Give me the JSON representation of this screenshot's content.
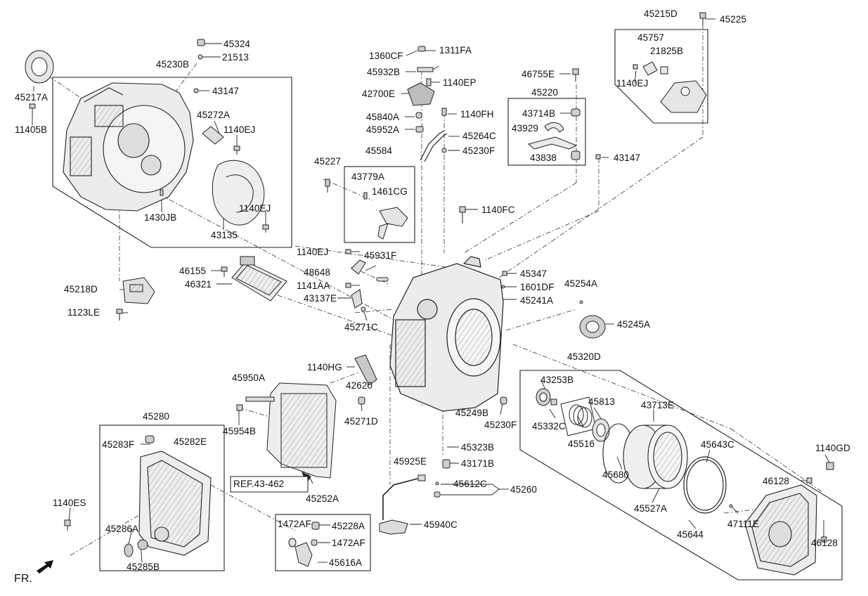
{
  "colors": {
    "line": "#222222",
    "part_fill": "#ececec",
    "part_shade": "#bdbdbd",
    "background": "#ffffff"
  },
  "direction_marker": {
    "label": "FR.",
    "icon": "arrow-icon"
  },
  "reference": {
    "label": "REF.43-462"
  },
  "labels": {
    "p45324": "45324",
    "p21513": "21513",
    "p45230B": "45230B",
    "p45217A": "45217A",
    "p11405B": "11405B",
    "p43147a": "43147",
    "p45272A": "45272A",
    "p1140EJa": "1140EJ",
    "p1430JB": "1430JB",
    "p1140EJb": "1140EJ",
    "p43135": "43135",
    "p45218D": "45218D",
    "p1123LE": "1123LE",
    "p46155": "46155",
    "p46321": "46321",
    "p1360CF": "1360CF",
    "p1311FA": "1311FA",
    "p45932B": "45932B",
    "p1140EP": "1140EP",
    "p42700E": "42700E",
    "p45840A": "45840A",
    "p1140FH": "1140FH",
    "p45952A": "45952A",
    "p45264C": "45264C",
    "p45230Fa": "45230F",
    "p45584": "45584",
    "p45227": "45227",
    "p43779A": "43779A",
    "p1461CG": "1461CG",
    "p1140FC": "1140FC",
    "p46755E": "46755E",
    "p45220": "45220",
    "p43714B": "43714B",
    "p43929": "43929",
    "p43838": "43838",
    "p43147b": "43147",
    "p45215D": "45215D",
    "p45225": "45225",
    "p45757": "45757",
    "p21825B": "21825B",
    "p1140EJc": "1140EJ",
    "p1140EJd": "1140EJ",
    "p45931F": "45931F",
    "p48648": "48648",
    "p1141AA": "1141AA",
    "p43137E": "43137E",
    "p45271C": "45271C",
    "p45347": "45347",
    "p1601DF": "1601DF",
    "p45241A": "45241A",
    "p45254A": "45254A",
    "p45245A": "45245A",
    "p45320D": "45320D",
    "p1140HG": "1140HG",
    "p42620": "42620",
    "p45950A": "45950A",
    "p45954B": "45954B",
    "p45271D": "45271D",
    "p45249B": "45249B",
    "p45230Fb": "45230F",
    "p43253B": "43253B",
    "p45332C": "45332C",
    "p45813": "45813",
    "p43713E": "43713E",
    "p45516": "45516",
    "p45643C": "45643C",
    "p1140GD": "1140GD",
    "p45280": "45280",
    "p45283F": "45283F",
    "p45282E": "45282E",
    "p1140ES": "1140ES",
    "p45286A": "45286A",
    "p45285B": "45285B",
    "p45323B": "45323B",
    "p45925E": "45925E",
    "p43171B": "43171B",
    "p45612C": "45612C",
    "p45260": "45260",
    "p45252A": "45252A",
    "p1472AFa": "1472AF",
    "p45228A": "45228A",
    "p1472AFb": "1472AF",
    "p45616A": "45616A",
    "p45940C": "45940C",
    "p45680": "45680",
    "p45527A": "45527A",
    "p45644": "45644",
    "p47111E": "47111E",
    "p46128a": "46128",
    "p46128b": "46128"
  }
}
